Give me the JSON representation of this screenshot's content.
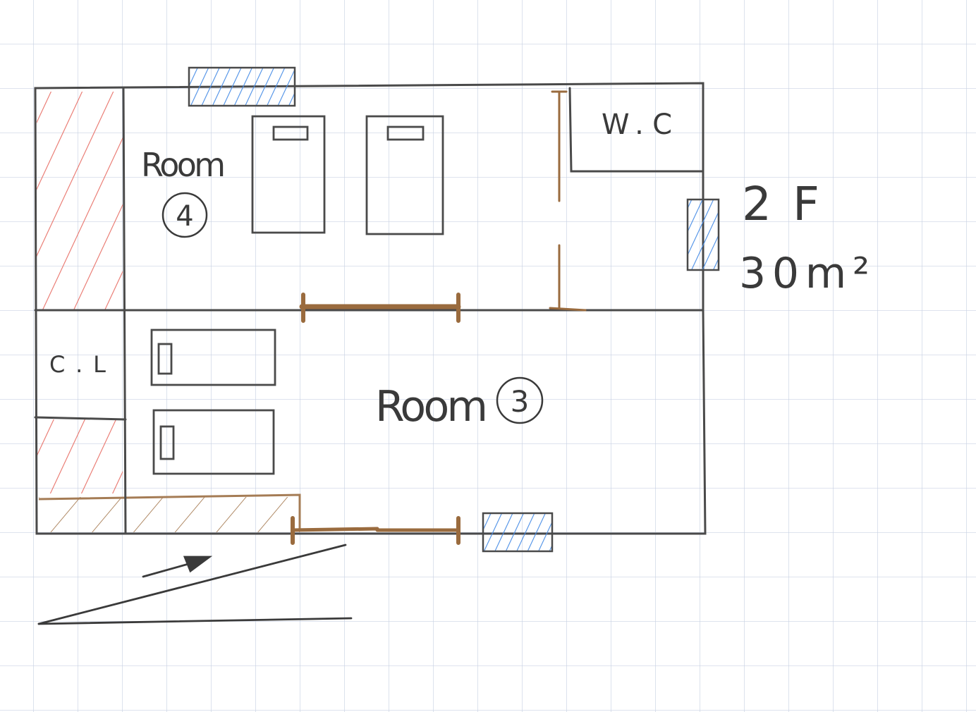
{
  "title": "2F floor plan sketch",
  "labels": {
    "room4": "Room",
    "room4_number": "4",
    "room3": "Room",
    "room3_number": "3",
    "wc": "W.C",
    "closet": "C.L",
    "floor": "2F",
    "area": "30m²"
  },
  "colors": {
    "grid": "#c9d2e3",
    "wall": "#4a4a4a",
    "window": "#4a8ee6",
    "wall_hatch": "#e8736a",
    "door": "#9a6b3e",
    "storage_hatch": "#b08a66"
  }
}
